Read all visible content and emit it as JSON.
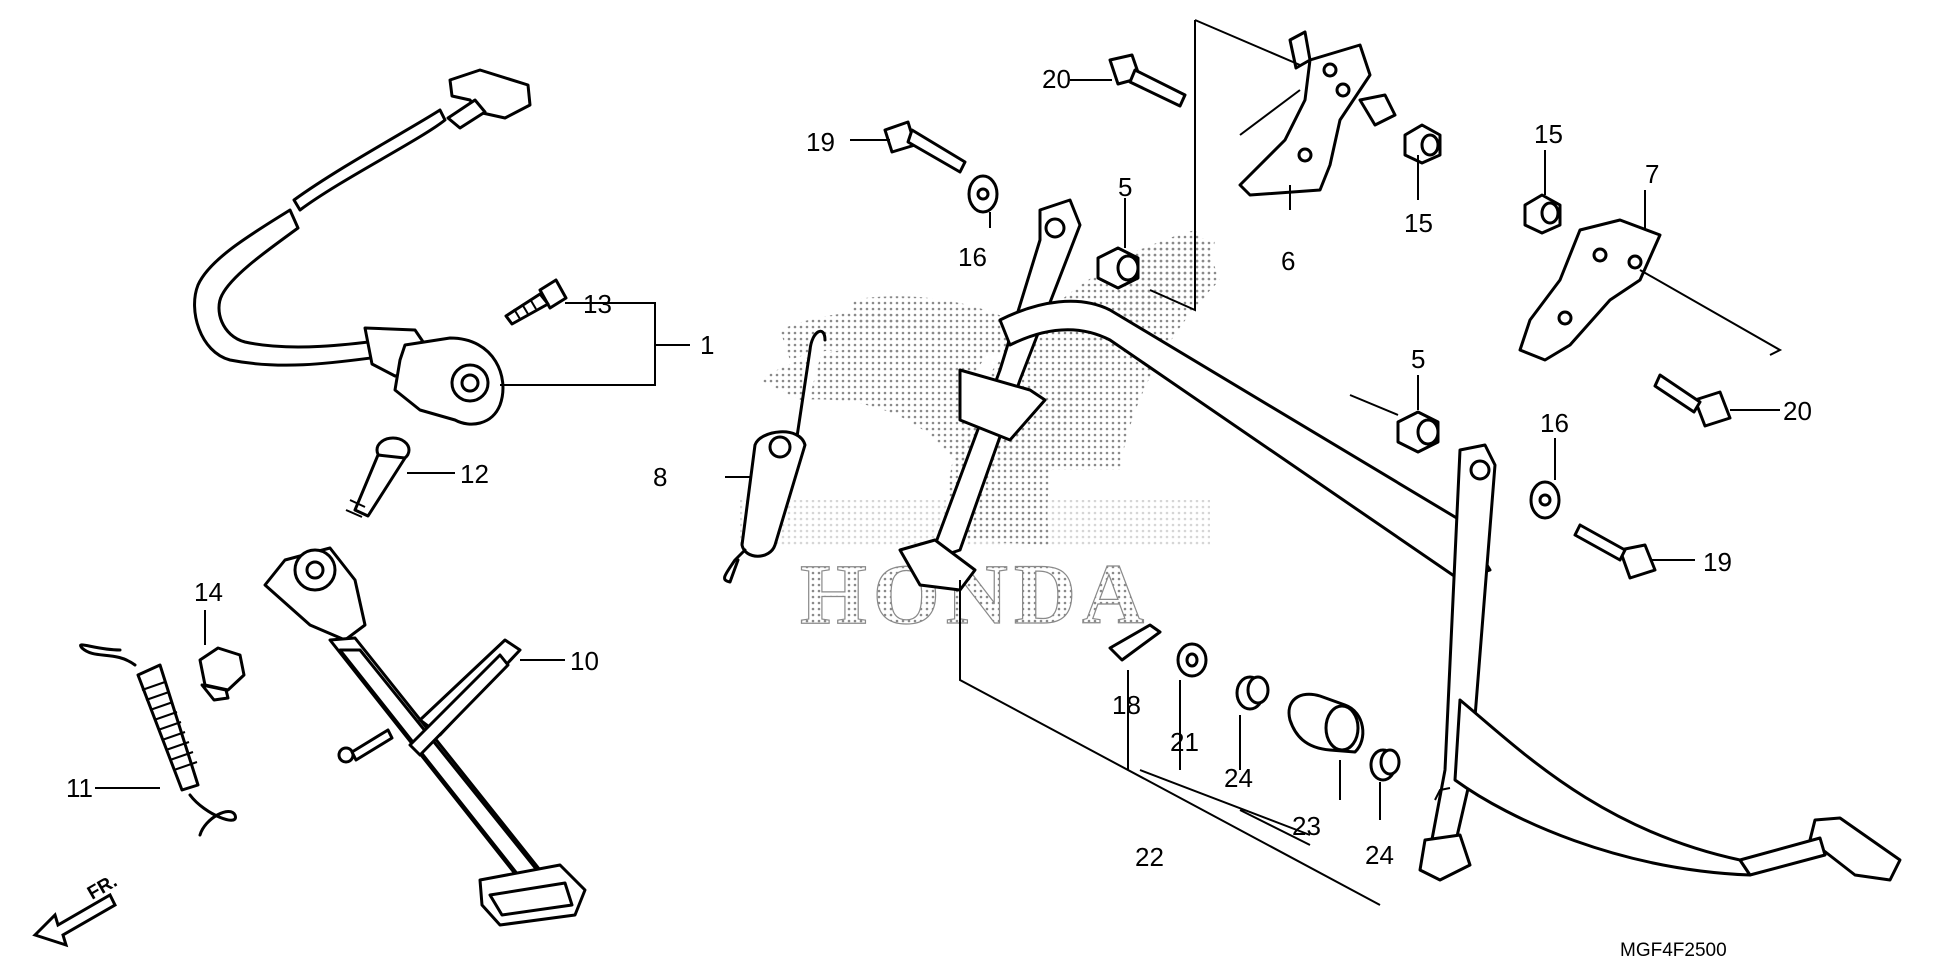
{
  "diagram": {
    "drawing_code": "MGF4F2500",
    "watermark_text": "HONDA",
    "direction_label": "FR.",
    "callouts": [
      "1",
      "5",
      "5",
      "6",
      "7",
      "8",
      "10",
      "11",
      "12",
      "13",
      "14",
      "15",
      "15",
      "16",
      "16",
      "18",
      "19",
      "19",
      "20",
      "20",
      "21",
      "22",
      "23",
      "24",
      "24"
    ],
    "labels": {
      "c1": "1",
      "c5a": "5",
      "c5b": "5",
      "c6": "6",
      "c7": "7",
      "c8": "8",
      "c10": "10",
      "c11": "11",
      "c12": "12",
      "c13": "13",
      "c14": "14",
      "c15a": "15",
      "c15b": "15",
      "c16a": "16",
      "c16b": "16",
      "c18": "18",
      "c19a": "19",
      "c19b": "19",
      "c20a": "20",
      "c20b": "20",
      "c21": "21",
      "c22": "22",
      "c23": "23",
      "c24a": "24",
      "c24b": "24"
    }
  }
}
